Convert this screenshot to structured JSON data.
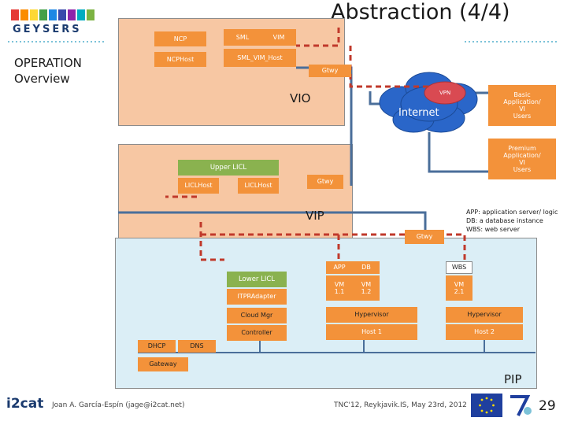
{
  "slide": {
    "title": "Abstraction (4/4)",
    "section_title": "OPERATION\nOverview",
    "page_number": "29"
  },
  "logo": {
    "text": "GEYSERS"
  },
  "vio": {
    "label": "VIO",
    "ncp": "NCP",
    "sml": "SML",
    "vim": "VIM",
    "ncphost": "NCPHost",
    "sml_vim_host": "SML_VIM_Host",
    "gtwy": "Gtwy"
  },
  "internet": {
    "label": "Internet",
    "vpn": "VPN"
  },
  "users": {
    "basic": "Basic\nApplication/\nVI\nUsers",
    "premium": "Premium\nApplication/\nVI\nUsers"
  },
  "vip": {
    "label": "VIP",
    "upper_licl": "Upper LICL",
    "liclhost_1": "LICLHost",
    "liclhost_2": "LICLHost",
    "gtwy": "Gtwy"
  },
  "legend": {
    "lines": [
      "APP: application server/ logic",
      "DB: a database instance",
      "WBS: web server"
    ]
  },
  "pip": {
    "label": "PIP",
    "gtwy": "Gtwy",
    "lower_licl": "Lower LICL",
    "itpr": "ITPRAdapter",
    "cloud_mgr": "Cloud Mgr",
    "controller": "Controller",
    "dhcp": "DHCP",
    "dns": "DNS",
    "gateway": "Gateway",
    "app": "APP",
    "db": "DB",
    "wbs": "WBS",
    "vm11": "VM\n1.1",
    "vm12": "VM\n1.2",
    "vm21": "VM\n2.1",
    "hypervisor_1": "Hypervisor",
    "hypervisor_2": "Hypervisor",
    "host1": "Host 1",
    "host2": "Host  2"
  },
  "footer": {
    "org": "i2cat",
    "author": "Joan A. García-Espín (jage@i2cat.net)",
    "event": "TNC'12, Reykjavik.IS, May 23rd, 2012"
  },
  "colors": {
    "orange": "#f3923a",
    "green": "#8ab24f",
    "salmon": "#f7c7a3",
    "light_blue": "#dbeef6",
    "steel_line": "#4a6e9a",
    "red_dash": "#c0392b"
  }
}
